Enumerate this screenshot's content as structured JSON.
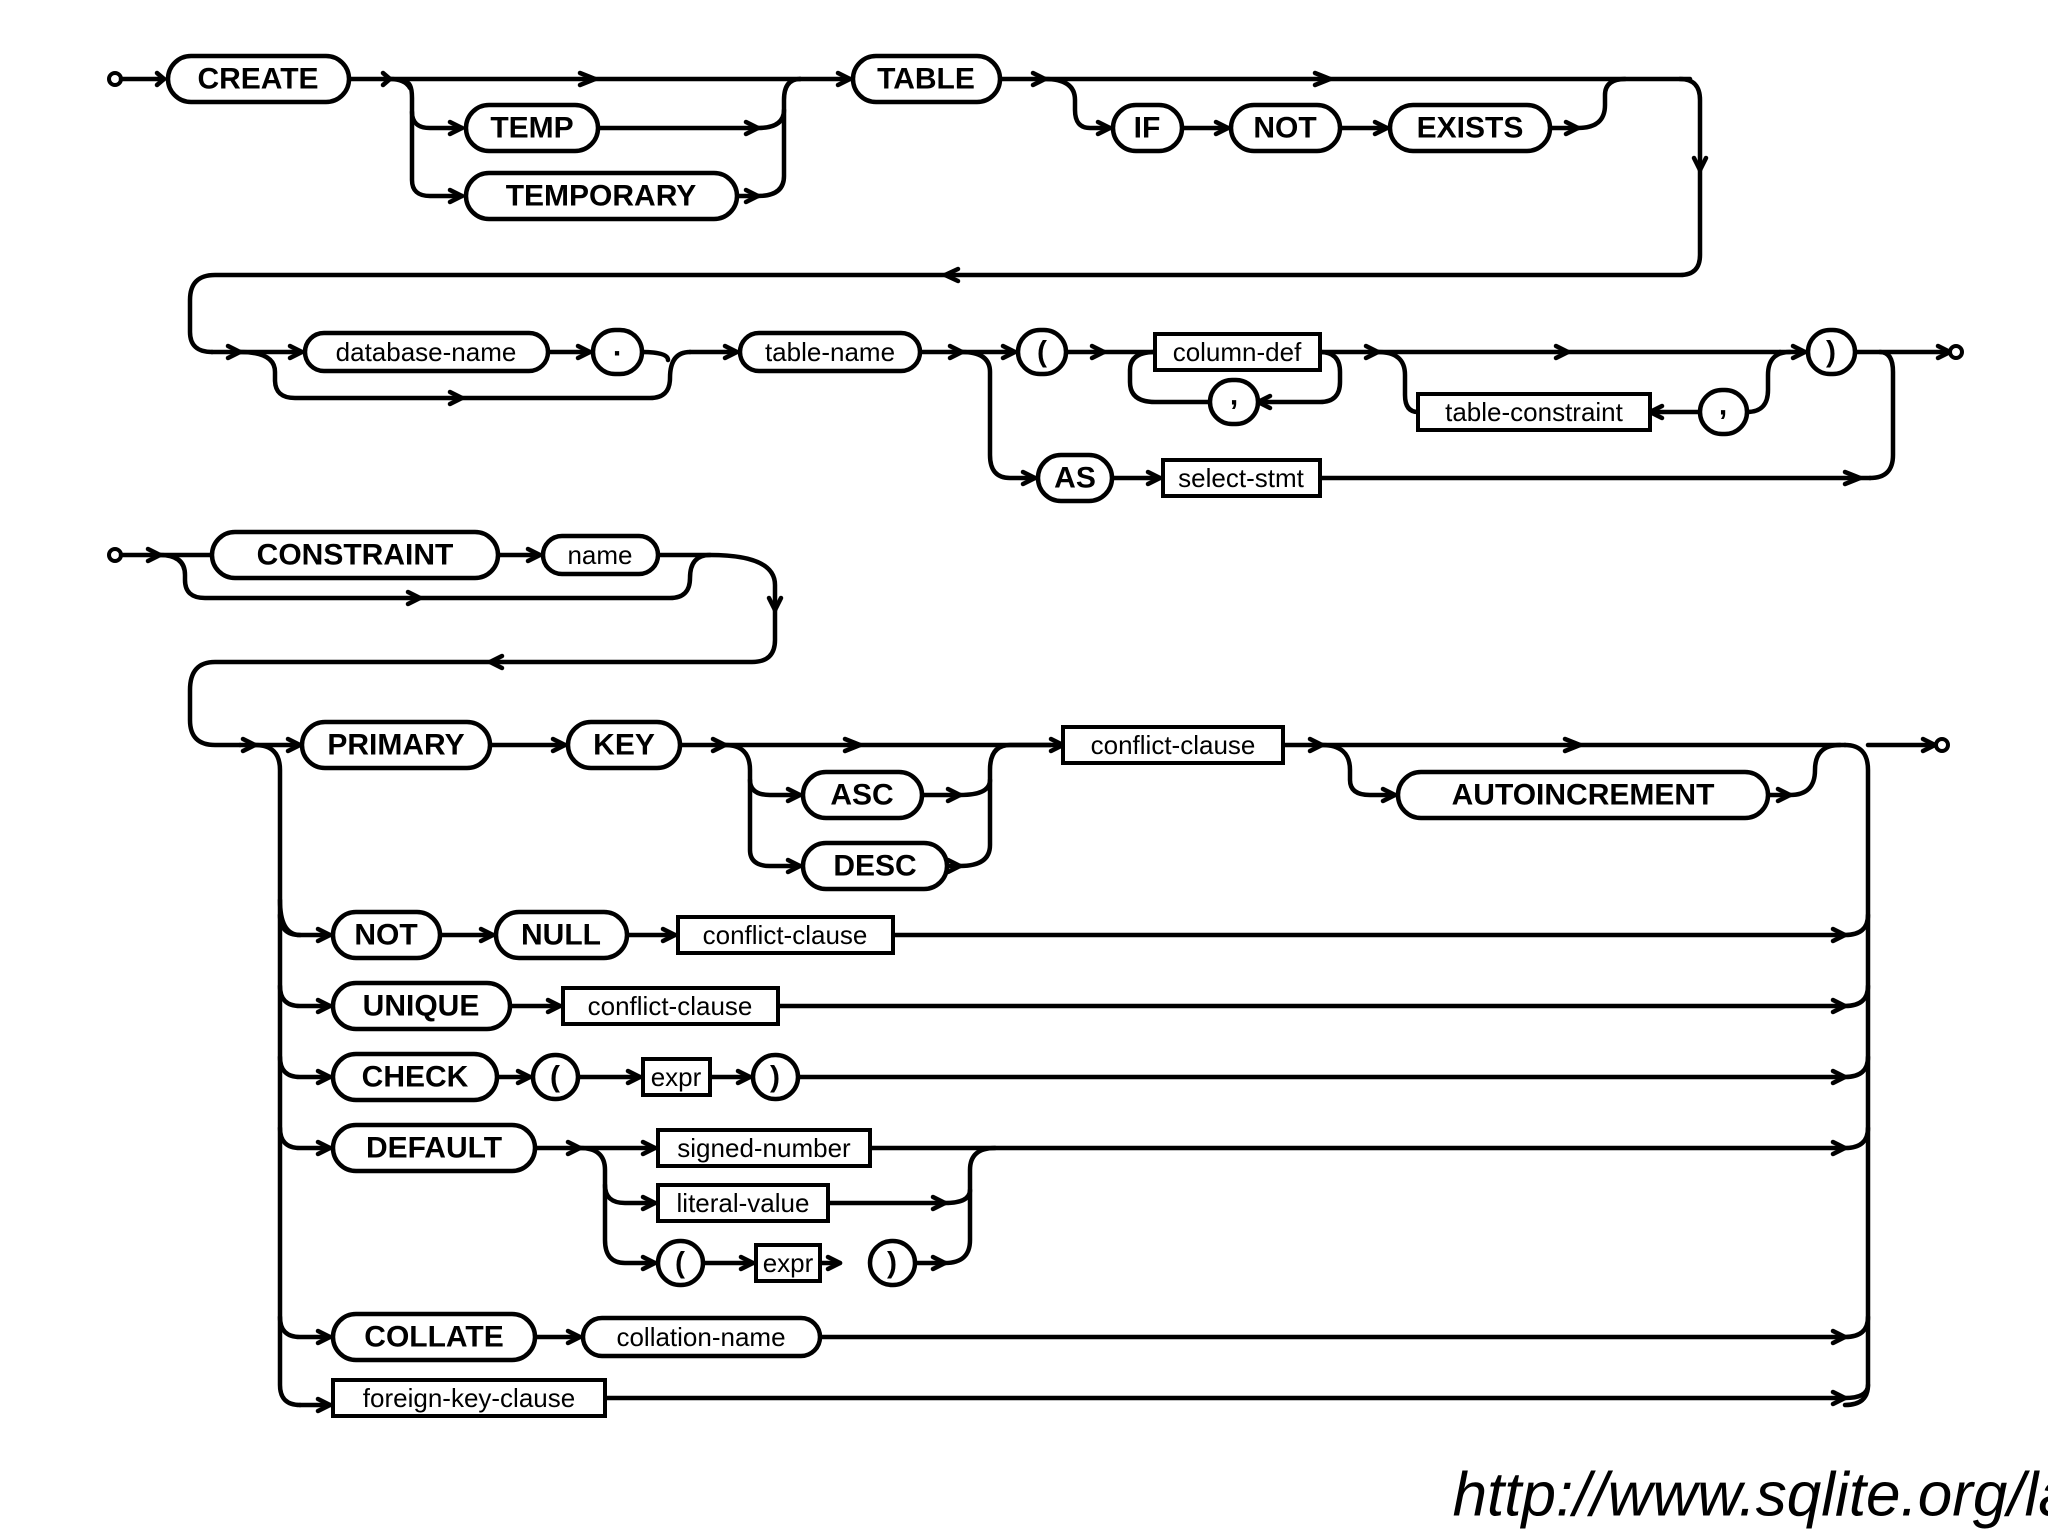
{
  "create_table": {
    "create": "CREATE",
    "temp": "TEMP",
    "temporary": "TEMPORARY",
    "table": "TABLE",
    "if": "IF",
    "not": "NOT",
    "exists": "EXISTS",
    "database_name": "database-name",
    "dot": ".",
    "table_name": "table-name",
    "open_paren": "(",
    "column_def": "column-def",
    "comma": ",",
    "table_constraint": "table-constraint",
    "comma_2": ",",
    "close_paren": ")",
    "as": "AS",
    "select_stmt": "select-stmt"
  },
  "column_constraint": {
    "constraint": "CONSTRAINT",
    "name": "name",
    "primary": "PRIMARY",
    "key": "KEY",
    "asc": "ASC",
    "desc": "DESC",
    "conflict_clause_1": "conflict-clause",
    "autoincrement": "AUTOINCREMENT",
    "not": "NOT",
    "null": "NULL",
    "conflict_clause_2": "conflict-clause",
    "unique": "UNIQUE",
    "conflict_clause_3": "conflict-clause",
    "check": "CHECK",
    "check_open": "(",
    "check_expr": "expr",
    "check_close": ")",
    "default": "DEFAULT",
    "signed_number": "signed-number",
    "literal_value": "literal-value",
    "default_open": "(",
    "default_expr": "expr",
    "default_close": ")",
    "collate": "COLLATE",
    "collation_name": "collation-name",
    "foreign_key_clause": "foreign-key-clause"
  },
  "source_url": "http://www.sqlite.org/lang_createtable.html"
}
